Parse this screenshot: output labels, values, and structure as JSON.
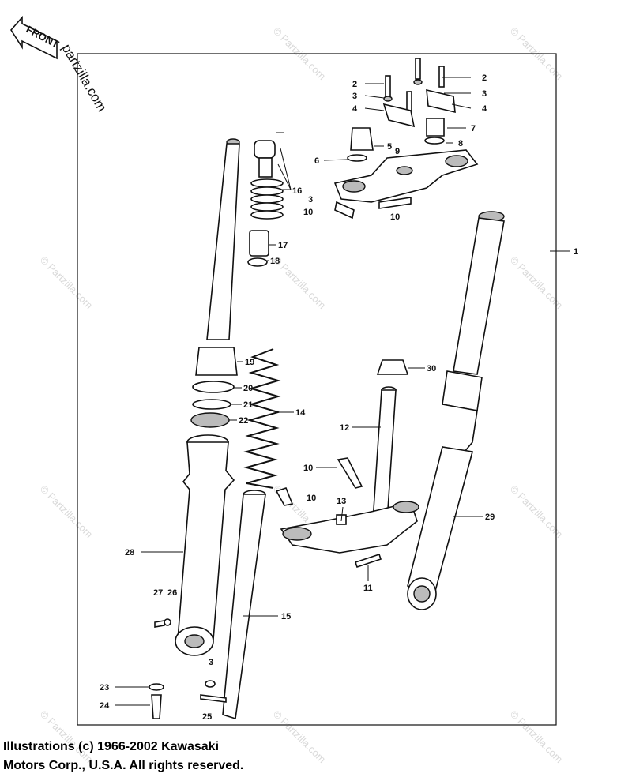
{
  "brand_watermark": "partzilla.com",
  "watermark_text": "© Partzilla.com",
  "front_arrow": "FRONT",
  "copyright": {
    "line1": "Illustrations (c) 1966-2002 Kawasaki",
    "line2": "Motors Corp., U.S.A.  All rights reserved."
  },
  "callouts": {
    "c1": "1",
    "c2a": "2",
    "c2b": "2",
    "c3a": "3",
    "c3b": "3",
    "c3c": "3",
    "c3d": "3",
    "c4a": "4",
    "c4b": "4",
    "c5": "5",
    "c6": "6",
    "c7": "7",
    "c8": "8",
    "c9": "9",
    "c10a": "10",
    "c10b": "10",
    "c10c": "10",
    "c10d": "10",
    "c11": "11",
    "c12": "12",
    "c13": "13",
    "c14": "14",
    "c15": "15",
    "c16": "16",
    "c17": "17",
    "c18": "18",
    "c19": "19",
    "c20": "20",
    "c21": "21",
    "c22": "22",
    "c23": "23",
    "c24": "24",
    "c25": "25",
    "c26": "26",
    "c27": "27",
    "c28": "28",
    "c29": "29",
    "c30": "30"
  }
}
